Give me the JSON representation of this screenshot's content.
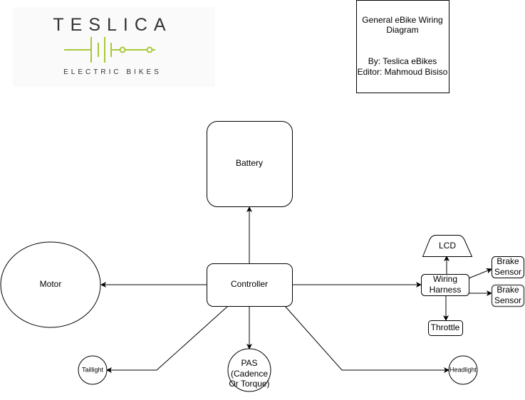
{
  "logo": {
    "brand": "TESLICA",
    "tagline": "ELECTRIC BIKES",
    "accent_color": "#a8c83a"
  },
  "info": {
    "title_line1": "General eBike Wiring",
    "title_line2": "Diagram",
    "by": "By: Teslica eBikes",
    "editor": "Editor: Mahmoud Bisiso"
  },
  "nodes": {
    "battery": "Battery",
    "controller": "Controller",
    "motor": "Motor",
    "wiring_line1": "Wiring",
    "wiring_line2": "Harness",
    "lcd": "LCD",
    "brake1_line1": "Brake",
    "brake1_line2": "Sensor",
    "brake2_line1": "Brake",
    "brake2_line2": "Sensor",
    "throttle": "Throttle",
    "pas_line1": "PAS",
    "pas_line2": "(Cadence",
    "pas_line3": "Or Torque)",
    "taillight": "Taillight",
    "headlight": "Headlight"
  },
  "edges": [
    [
      "controller",
      "battery"
    ],
    [
      "controller",
      "motor"
    ],
    [
      "controller",
      "wiring-harness"
    ],
    [
      "wiring-harness",
      "lcd"
    ],
    [
      "wiring-harness",
      "brake-sensor"
    ],
    [
      "wiring-harness",
      "brake-sensor"
    ],
    [
      "wiring-harness",
      "throttle"
    ],
    [
      "controller",
      "pas"
    ],
    [
      "controller",
      "taillight"
    ],
    [
      "controller",
      "headlight"
    ]
  ]
}
